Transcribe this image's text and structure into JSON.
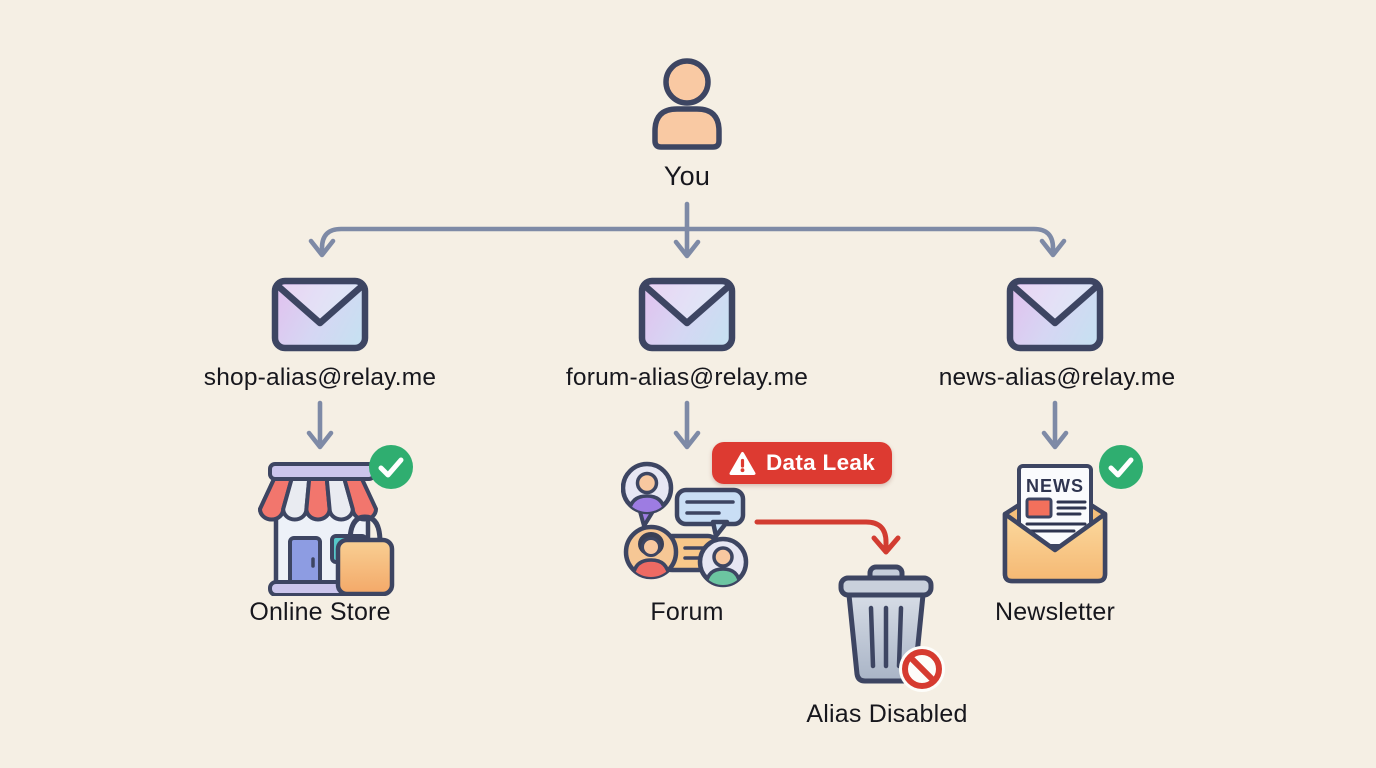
{
  "title": "Email alias relay diagram",
  "palette": {
    "background": "#f5efe4",
    "outline": "#3d4562",
    "connector": "#7e8aa6",
    "danger": "#dd3a31",
    "success": "#2fae70",
    "text": "#17171d"
  },
  "user": {
    "label": "You"
  },
  "aliases": [
    {
      "address": "shop-alias@relay.me",
      "destination": "Online Store",
      "status": "active"
    },
    {
      "address": "forum-alias@relay.me",
      "destination": "Forum",
      "status": "leaked"
    },
    {
      "address": "news-alias@relay.me",
      "destination": "Newsletter",
      "status": "active"
    }
  ],
  "leak": {
    "badge": "Data Leak",
    "result": "Alias Disabled"
  },
  "icons": {
    "user": "person-icon",
    "alias": "envelope-icon",
    "ok": "check-circle-icon",
    "warning": "warning-triangle-icon",
    "trash": "trash-can-icon",
    "blocked": "prohibition-icon",
    "news_masthead": "NEWS"
  }
}
